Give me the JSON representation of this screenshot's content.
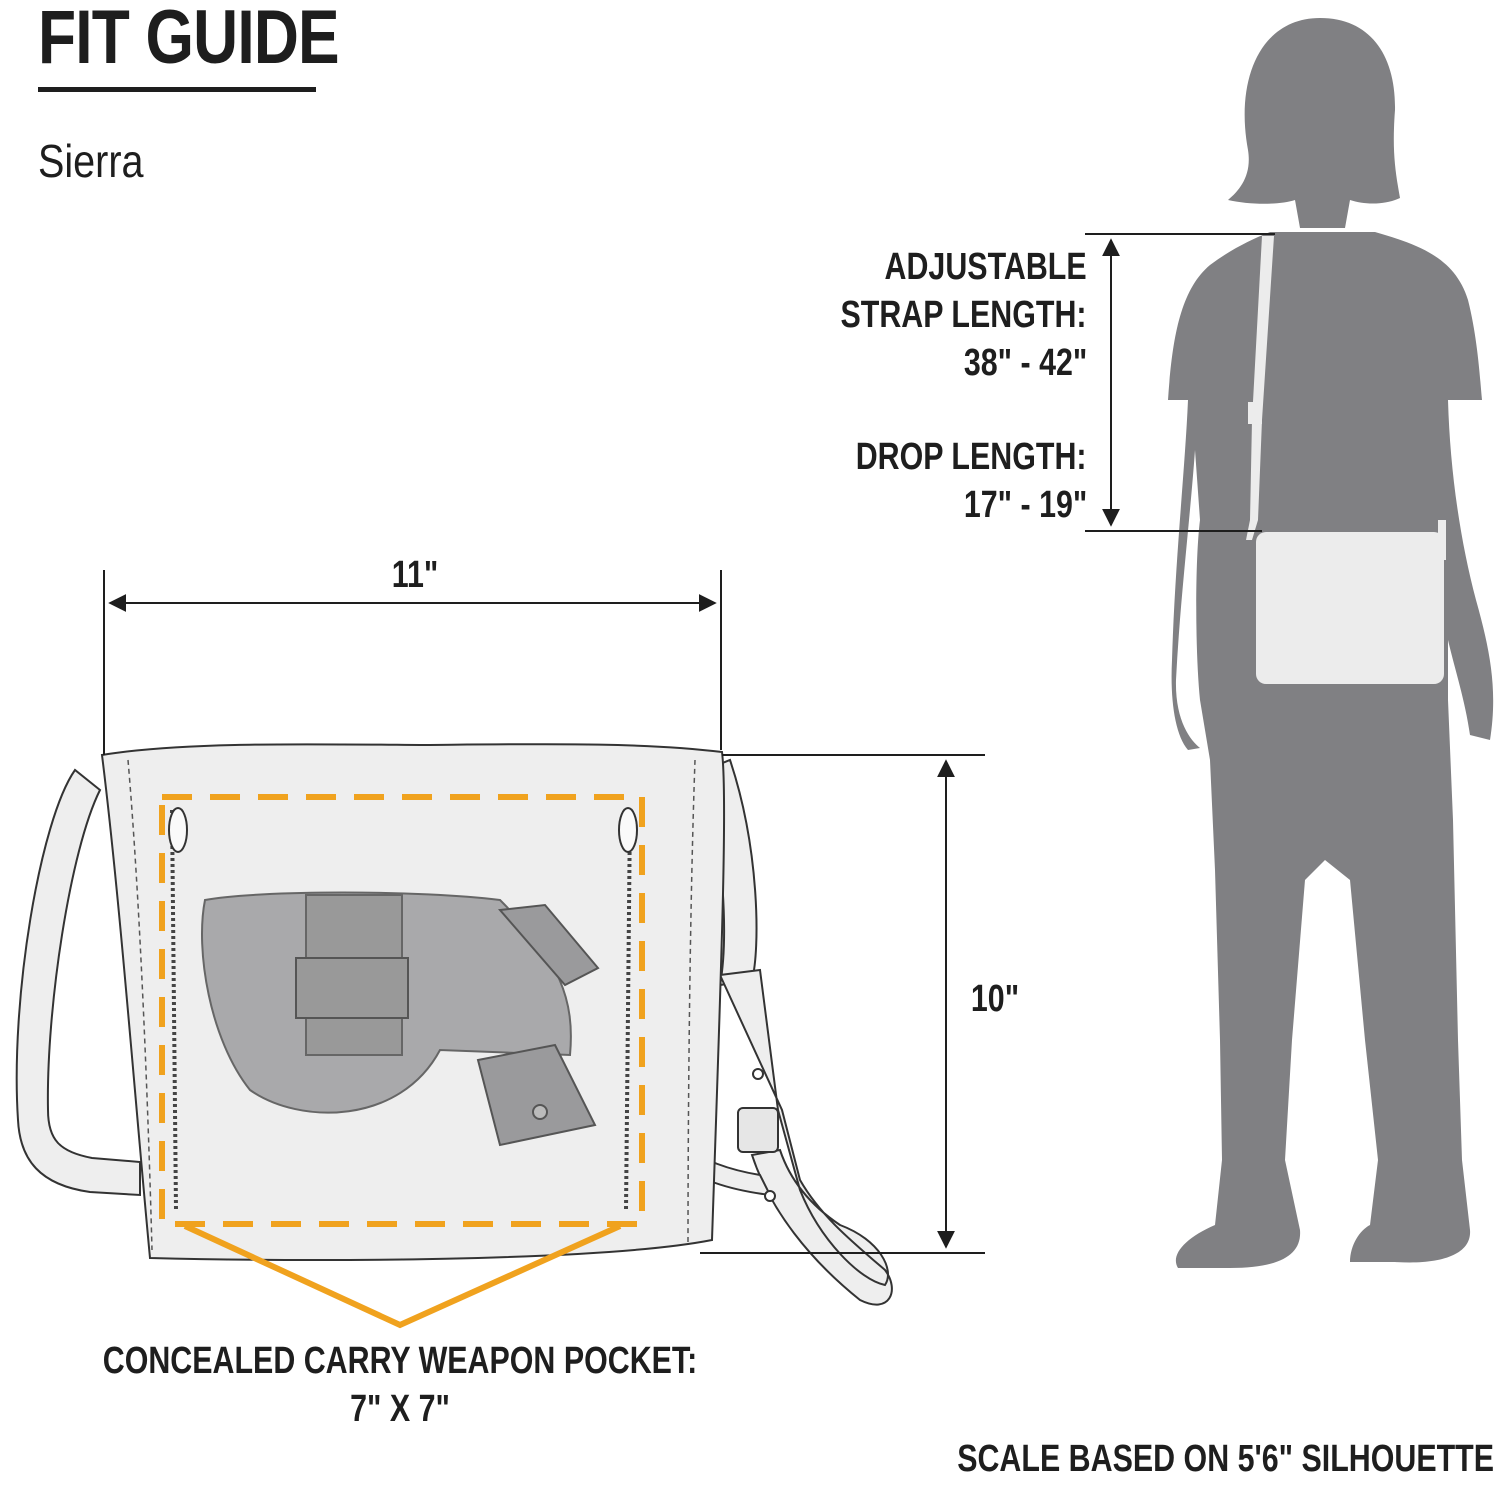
{
  "header": {
    "title": "FIT GUIDE",
    "subtitle": "Sierra"
  },
  "strap": {
    "label_line1": "ADJUSTABLE",
    "label_line2": "STRAP LENGTH:",
    "label_value": "38\" - 42\""
  },
  "drop": {
    "label": "DROP LENGTH:",
    "value": "17\" - 19\""
  },
  "bag": {
    "width": "11\"",
    "height": "10\""
  },
  "pocket": {
    "label": "CONCEALED CARRY WEAPON POCKET:",
    "size": "7\" X 7\""
  },
  "footer": {
    "scale_note": "SCALE BASED ON 5'6\" SILHOUETTE"
  },
  "colors": {
    "accent": "#f0a21e",
    "silhouette": "#808083",
    "ink": "#1e1e1e",
    "bag_fill": "#eeeeee"
  }
}
